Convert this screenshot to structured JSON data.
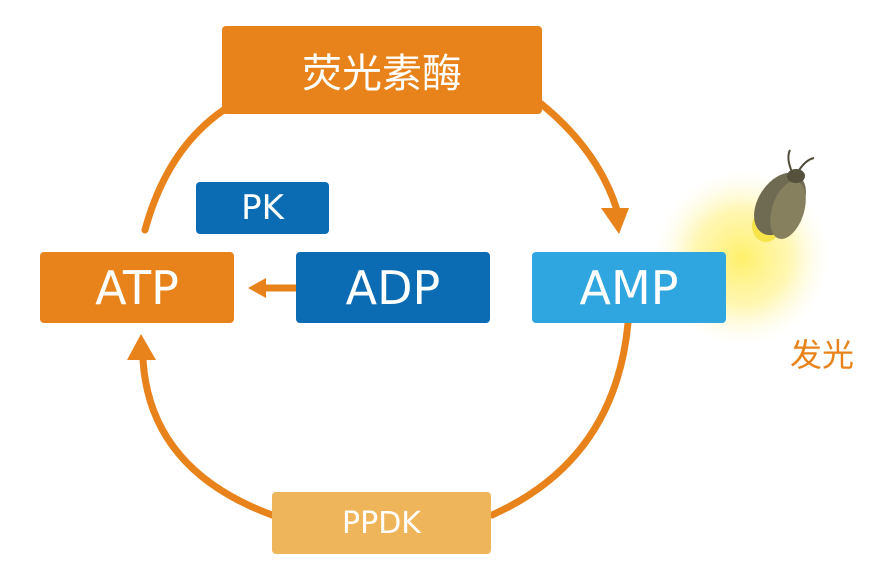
{
  "nodes": {
    "luciferase": "荧光素酶",
    "pk": "PK",
    "atp": "ATP",
    "adp": "ADP",
    "amp": "AMP",
    "ppdk": "PPDK"
  },
  "glow_label": "发光",
  "colors": {
    "orange": "#e8821a",
    "dark_blue": "#0b6cb3",
    "light_blue": "#2fa6df",
    "light_orange": "#efb55a",
    "glow": "#fff3a0",
    "firefly_body": "#6f6a52"
  },
  "icons": {
    "firefly": "firefly-icon"
  }
}
